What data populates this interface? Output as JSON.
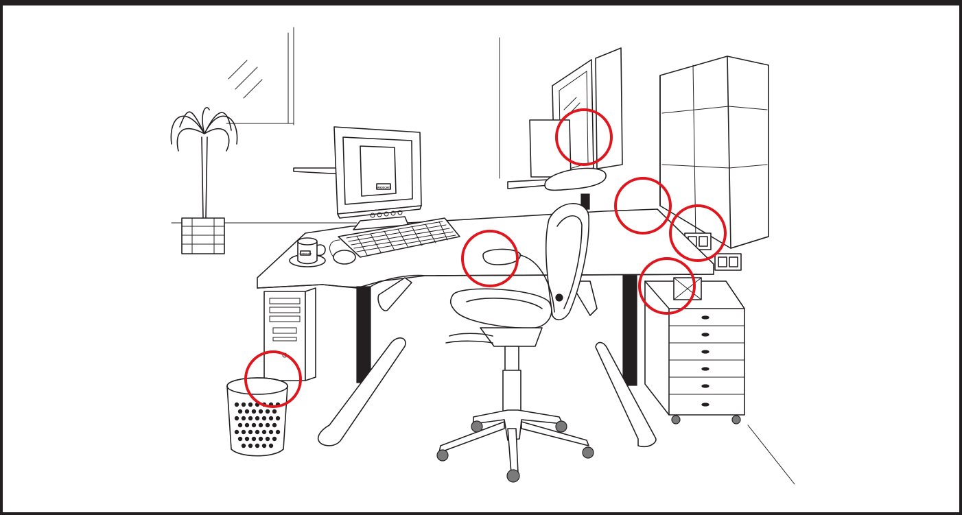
{
  "monitor_logo": "LANDSCAPE",
  "mug_logo": "LANDSCAPE",
  "colors": {
    "border": "#231f20",
    "ink": "#231f20",
    "hotspot_ring": "#e0161e",
    "background": "#ffffff"
  },
  "hotspots": [
    {
      "id": "screen-divider"
    },
    {
      "id": "desk-corner"
    },
    {
      "id": "wall-sockets"
    },
    {
      "id": "chair-armrest"
    },
    {
      "id": "desk-cable-box"
    },
    {
      "id": "computer-tower-bottom"
    }
  ]
}
